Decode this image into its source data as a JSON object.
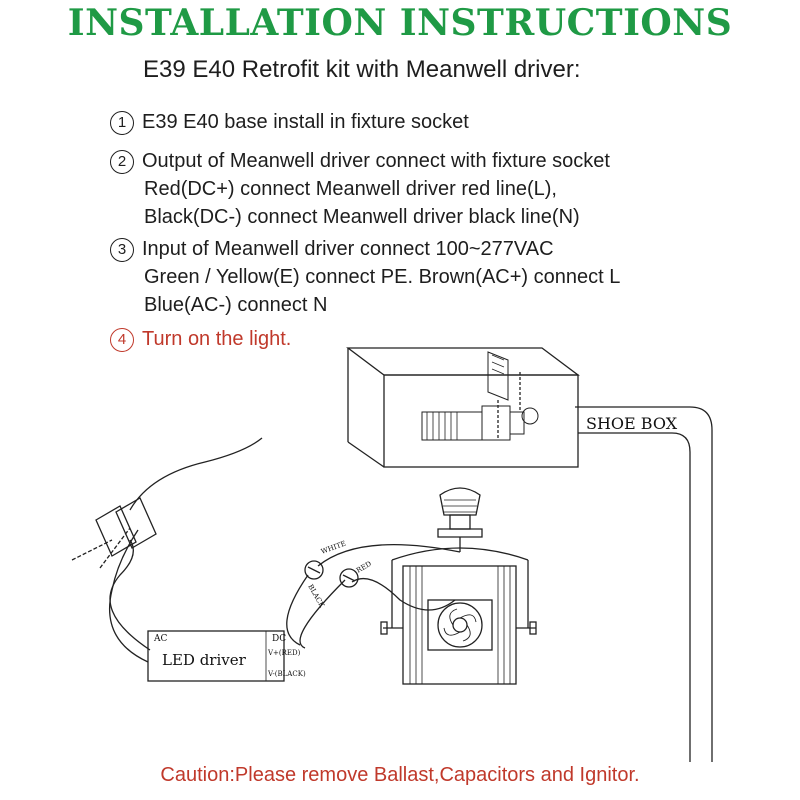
{
  "title": "INSTALLATION INSTRUCTIONS",
  "subtitle": "E39 E40 Retrofit kit with Meanwell driver:",
  "steps": [
    {
      "number": "1",
      "lines": [
        "E39 E40 base install in fixture socket"
      ]
    },
    {
      "number": "2",
      "lines": [
        "Output of Meanwell driver connect with fixture socket",
        "Red(DC+) connect  Meanwell driver red line(L),",
        "Black(DC-) connect  Meanwell driver black line(N)"
      ]
    },
    {
      "number": "3",
      "lines": [
        "Input of Meanwell driver connect 100~277VAC",
        "Green / Yellow(E) connect PE.   Brown(AC+) connect L",
        "Blue(AC-) connect N"
      ]
    },
    {
      "number": "4",
      "lines": [
        "Turn on the light."
      ]
    }
  ],
  "caution": "Caution:Please remove Ballast,Capacitors and Ignitor.",
  "diagram": {
    "shoe_box_label": "SHOE BOX",
    "driver_label": "LED  driver",
    "driver_ac_label": "AC",
    "driver_dc_label": "DC",
    "driver_v_plus": "V+(RED)",
    "driver_v_minus": "V-(BLACK)",
    "wire_white": "WHITE",
    "wire_black": "BLACK",
    "wire_red": "RED"
  },
  "colors": {
    "title": "#1f9a45",
    "text": "#1e1e1e",
    "highlight": "#c0392b"
  }
}
